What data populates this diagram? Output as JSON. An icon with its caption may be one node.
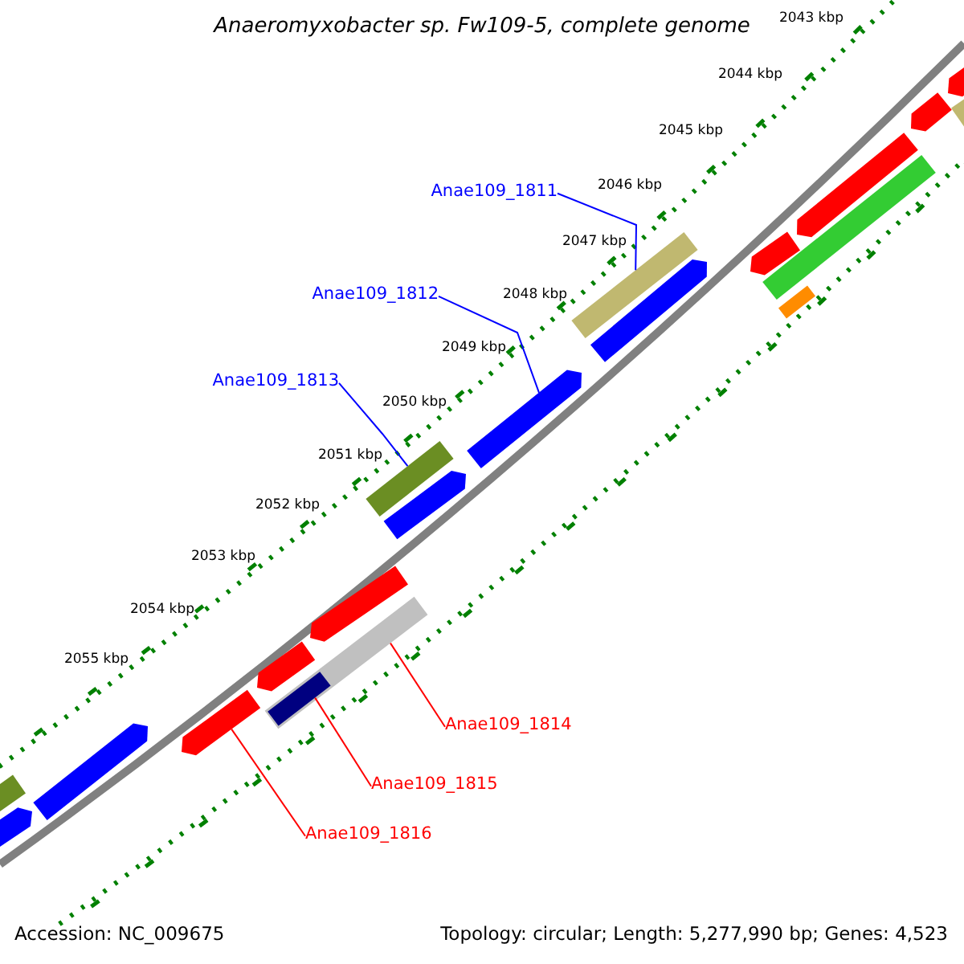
{
  "diagram": {
    "title": "Anaeromyxobacter sp. Fw109-5, complete genome",
    "nodes": [
      {
        "text": [
          "Anae109_1811"
        ]
      },
      {
        "text": [
          "Anae109_1812"
        ]
      },
      {
        "text": [
          "Anae109_1813"
        ]
      },
      {
        "text": [
          "Anae109_1814"
        ]
      },
      {
        "text": [
          "Anae109_1815"
        ]
      },
      {
        "text": [
          "Anae109_1816"
        ]
      },
      {
        "text": [],
        "shape": "bar"
      },
      {
        "text": [],
        "shape": "bar"
      },
      {
        "text": [],
        "shape": "bar"
      },
      {
        "text": [],
        "shape": "bar"
      },
      {
        "text": [],
        "shape": "bar"
      },
      {
        "text": [],
        "shape": "bar"
      },
      {
        "text": [],
        "shape": "bar",
        "in": 11
      },
      {
        "text": [],
        "shape": "bar"
      },
      {
        "text": [],
        "shape": "bar"
      },
      {
        "text": [],
        "shape": "bar"
      },
      {
        "text": [],
        "shape": "bar"
      },
      {
        "text": [],
        "shape": "bar"
      },
      {
        "text": [],
        "shape": "bar"
      },
      {
        "text": [],
        "shape": "bar"
      },
      {
        "text": [],
        "shape": "bar"
      },
      {
        "text": [],
        "shape": "bar"
      },
      {
        "text": [],
        "shape": "bar"
      },
      {
        "text": [],
        "shape": "bar"
      },
      {
        "text": [],
        "shape": "bar"
      },
      {
        "text": [],
        "shape": "bar"
      }
    ],
    "edges": [
      {
        "from": 0,
        "to": 17,
        "arrow": "none",
        "color": "#0000ff"
      },
      {
        "from": 1,
        "to": 16,
        "arrow": "none",
        "color": "#0000ff"
      },
      {
        "from": 2,
        "to": 14,
        "arrow": "none",
        "color": "#0000ff"
      },
      {
        "from": 3,
        "to": 11,
        "arrow": "none",
        "color": "#ff0000"
      },
      {
        "from": 4,
        "to": 12,
        "arrow": "none",
        "color": "#ff0000"
      },
      {
        "from": 5,
        "to": 9,
        "arrow": "none",
        "color": "#ff0000"
      }
    ],
    "labels": [
      "2043 kbp",
      "2044 kbp",
      "2045 kbp",
      "2046 kbp",
      "2047 kbp",
      "2048 kbp",
      "2049 kbp",
      "2050 kbp",
      "2051 kbp",
      "2052 kbp",
      "2053 kbp",
      "2054 kbp",
      "2055 kbp",
      "Accession: NC_009675",
      "Topology: circular; Length: 5,277,990 bp; Genes: 4,523"
    ]
  }
}
